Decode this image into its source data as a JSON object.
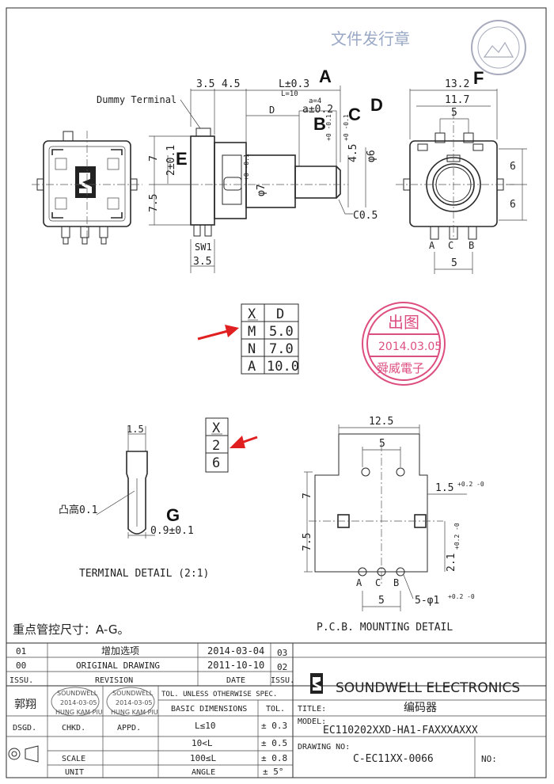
{
  "watermark": {
    "text": "文件发行章"
  },
  "labels": {
    "dummy_terminal": "Dummy Terminal",
    "sw1": "SW1",
    "c05": "C0.5",
    "terminal_detail": "TERMINAL DETAIL (2:1)",
    "pcb_detail": "P.C.B. MOUNTING DETAIL",
    "tubi": "凸高0.1",
    "key_dims": "重点管控尺寸：A-G。"
  },
  "letters": {
    "A": "A",
    "B": "B",
    "C": "C",
    "D": "D",
    "E": "E",
    "F": "F",
    "G": "G"
  },
  "dims": {
    "d35_top": "3.5",
    "d45": "4.5",
    "L": "L±0.3",
    "L10": "L=10",
    "Dlbl": "D",
    "a4": "a=4",
    "a02": "a±0.2",
    "d45v": "4.5",
    "d45v_tol": "+0 -0.1",
    "phi6": "φ6",
    "phi6_tol": "+0 -0.1",
    "d7": "7",
    "d2": "2±0.1",
    "d75": "7.5",
    "phi7": "φ7",
    "phi7_tol": "+0 -0.1",
    "d35_bot": "3.5",
    "d132": "13.2",
    "d117": "11.7",
    "d5_top": "5",
    "d6a": "6",
    "d6b": "6",
    "d5_bot": "5",
    "d15": "1.5",
    "d09": "0.9±0.1",
    "d125": "12.5",
    "d5_pcb": "5",
    "d7_pcb": "7",
    "d75_pcb": "7.5",
    "d15_pcb": "1.5",
    "d15_pcb_tol": "+0.2 -0",
    "d21_pcb": "2.1",
    "d21_pcb_tol": "+0.2 -0",
    "d5_pcb_bot": "5",
    "phi1": "5-φ1",
    "phi1_tol": "+0.2 -0"
  },
  "pins": {
    "a": "A",
    "b": "B",
    "c": "C"
  },
  "table_xd": {
    "headers": [
      "X",
      "D"
    ],
    "rows": [
      [
        "M",
        "5.0"
      ],
      [
        "N",
        "7.0"
      ],
      [
        "A",
        "10.0"
      ]
    ]
  },
  "table_x2": {
    "header": "X",
    "rows": [
      "2",
      "6"
    ]
  },
  "stamp_red": {
    "top": "出图",
    "date": "2014.03.05",
    "bottom": "舜威電子"
  },
  "stamp_circle": {
    "top": "文件发行章"
  },
  "title_block": {
    "rev_rows": [
      {
        "no": "01",
        "desc": "增加选项",
        "date": "2014-03-04",
        "code": "03"
      },
      {
        "no": "00",
        "desc": "ORIGINAL DRAWING",
        "date": "2011-10-10",
        "code": "02"
      }
    ],
    "hdr_issu": "ISSU.",
    "hdr_revision": "REVISION",
    "hdr_date": "DATE",
    "hdr_issu2": "ISSU.",
    "drawn_by": "郭翔",
    "stamp1_top": "SOUNDWELL",
    "stamp1_date": "2014-03-05",
    "stamp1_bot": "HUNG KAM PIU",
    "stamp2_top": "SOUNDWELL",
    "stamp2_date": "2014-03-05",
    "stamp2_bot": "HUNG KAM PIU",
    "dsgd": "DSGD.",
    "chkd": "CHKD.",
    "appd": "APPD.",
    "scale": "SCALE",
    "unit": "UNIT",
    "tol_title": "TOL. UNLESS OTHERWISE SPEC.",
    "basic_dim": "BASIC DIMENSIONS",
    "tol_h": "TOL.",
    "tol_rows": [
      {
        "dim": "L≤10",
        "tol": "± 0.3"
      },
      {
        "dim": "10<L",
        "tol": "± 0.5"
      },
      {
        "dim": "100≤L",
        "tol": "± 0.8"
      },
      {
        "dim": "ANGLE",
        "tol": "± 5°"
      }
    ],
    "company": "SOUNDWELL ELECTRONICS",
    "title_lbl": "TITLE:",
    "title_val": "编码器",
    "model_lbl": "MODEL:",
    "model_val": "EC110202XXD-HA1-FAXXXAXXX",
    "drawing_lbl": "DRAWING NO:",
    "drawing_val": "C-EC11XX-0066",
    "no_lbl": "NO:"
  }
}
